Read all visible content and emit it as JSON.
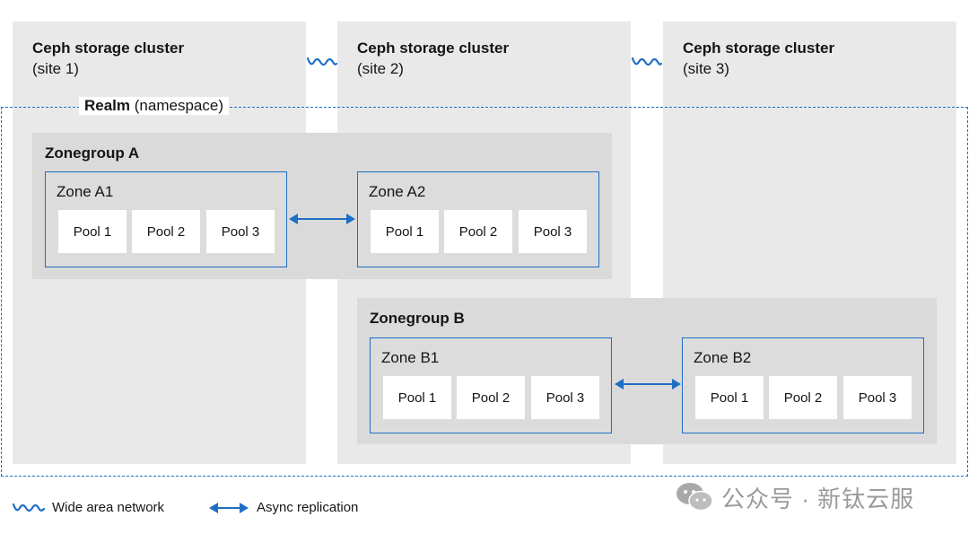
{
  "sites": [
    {
      "title": "Ceph storage cluster",
      "sub": "(site 1)"
    },
    {
      "title": "Ceph storage cluster",
      "sub": "(site 2)"
    },
    {
      "title": "Ceph storage cluster",
      "sub": "(site 3)"
    }
  ],
  "realm": {
    "bold": "Realm",
    "rest": "(namespace)"
  },
  "zonegroups": [
    {
      "label": "Zonegroup A",
      "zones": [
        {
          "label": "Zone A1",
          "pools": [
            "Pool 1",
            "Pool 2",
            "Pool 3"
          ]
        },
        {
          "label": "Zone A2",
          "pools": [
            "Pool 1",
            "Pool 2",
            "Pool 3"
          ]
        }
      ]
    },
    {
      "label": "Zonegroup B",
      "zones": [
        {
          "label": "Zone B1",
          "pools": [
            "Pool 1",
            "Pool 2",
            "Pool 3"
          ]
        },
        {
          "label": "Zone B2",
          "pools": [
            "Pool 1",
            "Pool 2",
            "Pool 3"
          ]
        }
      ]
    }
  ],
  "legend": {
    "wan": "Wide area network",
    "async": "Async replication"
  },
  "watermark": "公众号 · 新钛云服",
  "colors": {
    "accent": "#1e6fc4",
    "site_bg": "#e9e9e9",
    "zonegroup_bg": "#dadada"
  },
  "icons": {
    "wan": "wave-icon",
    "async": "double-arrow-icon",
    "watermark": "wechat-icon"
  }
}
